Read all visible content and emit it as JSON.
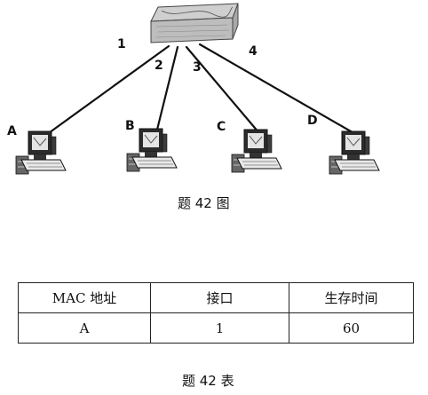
{
  "figure": {
    "ports": [
      "1",
      "2",
      "3",
      "4"
    ],
    "hosts": [
      "A",
      "B",
      "C",
      "D"
    ],
    "caption": "题 42 图"
  },
  "table": {
    "headers": [
      "MAC  地址",
      "接口",
      "生存时间"
    ],
    "rows": [
      [
        "A",
        "1",
        "60"
      ]
    ],
    "caption": "题 42 表"
  }
}
